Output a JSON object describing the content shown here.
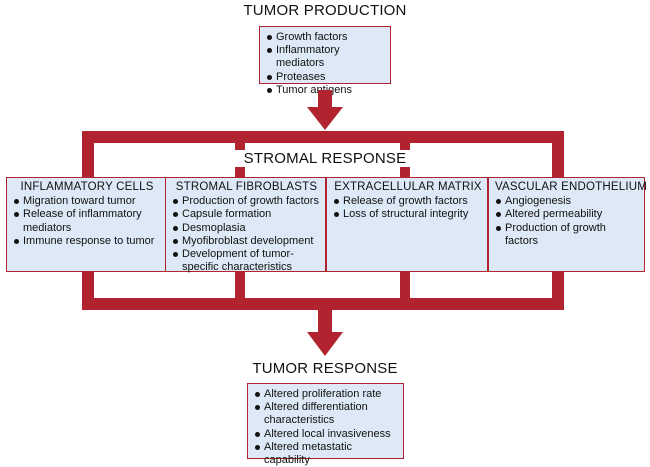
{
  "top": {
    "heading": "TUMOR PRODUCTION",
    "items": [
      "Growth factors",
      "Inflammatory mediators",
      "Proteases",
      "Tumor antigens"
    ]
  },
  "stroma": {
    "heading": "STROMAL RESPONSE",
    "boxes": [
      {
        "title": "INFLAMMATORY CELLS",
        "items": [
          "Migration toward tumor",
          "Release of inflammatory mediators",
          "Immune response to tumor"
        ]
      },
      {
        "title": "STROMAL FIBROBLASTS",
        "items": [
          "Production of growth factors",
          "Capsule formation",
          "Desmoplasia",
          "Myofibroblast development",
          "Development of tumor-specific characteristics"
        ]
      },
      {
        "title": "EXTRACELLULAR MATRIX",
        "items": [
          "Release of growth factors",
          "Loss of structural integrity"
        ]
      },
      {
        "title": "VASCULAR ENDOTHELIUM",
        "items": [
          "Angiogenesis",
          "Altered permeability",
          "Production of growth factors"
        ]
      }
    ]
  },
  "bottom": {
    "heading": "TUMOR RESPONSE",
    "items": [
      "Altered proliferation rate",
      "Altered differentiation characteristics",
      "Altered local invasiveness",
      "Altered metastatic capability"
    ]
  },
  "colors": {
    "accent": "#b1232e",
    "box_fill": "#dde9f6"
  }
}
